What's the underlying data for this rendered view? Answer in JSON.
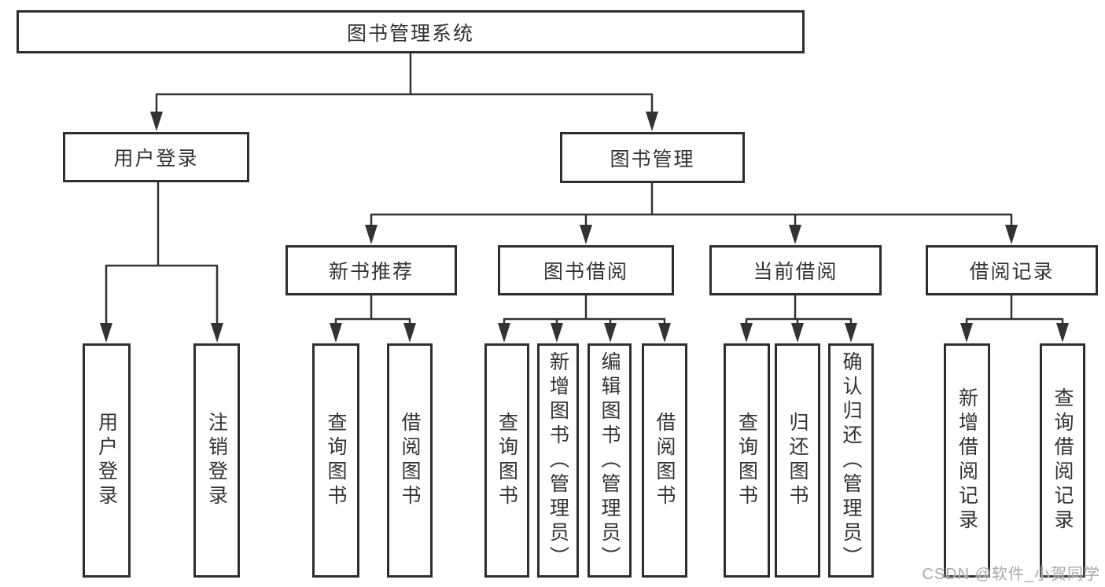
{
  "tree": {
    "root": {
      "label": "图书管理系统"
    },
    "branches": [
      {
        "label": "用户登录",
        "children": [
          {
            "label": "用户登录"
          },
          {
            "label": "注销登录"
          }
        ]
      },
      {
        "label": "图书管理",
        "children": [
          {
            "label": "新书推荐",
            "children": [
              {
                "label": "查询图书"
              },
              {
                "label": "借阅图书"
              }
            ]
          },
          {
            "label": "图书借阅",
            "children": [
              {
                "label": "查询图书"
              },
              {
                "label": "新增图书（管理员）"
              },
              {
                "label": "编辑图书（管理员）"
              },
              {
                "label": "借阅图书"
              }
            ]
          },
          {
            "label": "当前借阅",
            "children": [
              {
                "label": "查询图书"
              },
              {
                "label": "归还图书"
              },
              {
                "label": "确认归还（管理员）"
              }
            ]
          },
          {
            "label": "借阅记录",
            "children": [
              {
                "label": "新增借阅记录"
              },
              {
                "label": "查询借阅记录"
              }
            ]
          }
        ]
      }
    ]
  },
  "watermark": {
    "text": "CSDN @软件_小贺同学"
  },
  "colors": {
    "line": "#333333",
    "border": "#2e2e2e",
    "text": "#333333",
    "watermark": "#a9a9a9",
    "background": "#ffffff"
  }
}
